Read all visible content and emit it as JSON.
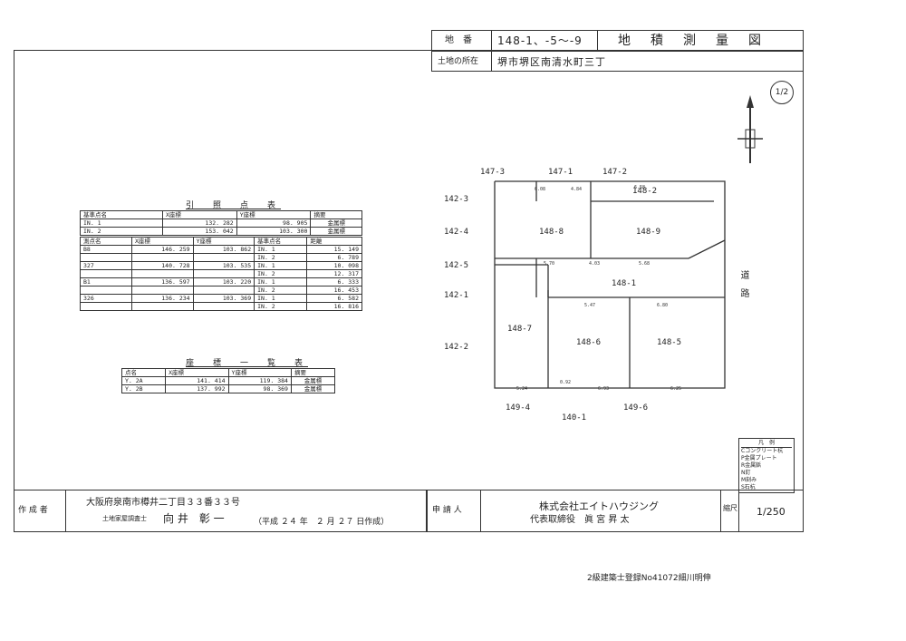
{
  "header": {
    "chiban_label": "地　番",
    "chiban_value": "148-1、-5～-9",
    "title": "地　積　測　量　図",
    "location_label": "土地の所在",
    "location_value": "堺市堺区南清水町三丁"
  },
  "sheet_no": "1/2",
  "hikiten_table": {
    "caption": "引　照　点　表",
    "ref_headers": [
      "基準点名",
      "X座標",
      "Y座標",
      "摘要"
    ],
    "ref_rows": [
      [
        "IN. 1",
        "132. 282",
        "98. 905",
        "金属標"
      ],
      [
        "IN. 2",
        "153. 042",
        "103. 300",
        "金属標"
      ]
    ],
    "meas_headers": [
      "測点名",
      "X座標",
      "Y座標",
      "基準点名",
      "距離"
    ],
    "meas_rows": [
      [
        "B8",
        "146. 259",
        "103. 862",
        "IN. 1",
        "15. 149"
      ],
      [
        "",
        "",
        "",
        "IN. 2",
        "6. 789"
      ],
      [
        "327",
        "140. 728",
        "103. 535",
        "IN. 1",
        "10. 098"
      ],
      [
        "",
        "",
        "",
        "IN. 2",
        "12. 317"
      ],
      [
        "B1",
        "136. 597",
        "103. 220",
        "IN. 1",
        "6. 333"
      ],
      [
        "",
        "",
        "",
        "IN. 2",
        "16. 453"
      ],
      [
        "326",
        "136. 234",
        "103. 369",
        "IN. 1",
        "6. 582"
      ],
      [
        "",
        "",
        "",
        "IN. 2",
        "16. 816"
      ]
    ]
  },
  "zahyo_table": {
    "caption": "座　標　一　覧　表",
    "headers": [
      "点名",
      "X座標",
      "Y座標",
      "摘要"
    ],
    "rows": [
      [
        "Y. 2A",
        "141. 414",
        "119. 384",
        "金属標"
      ],
      [
        "Y. 2B",
        "137. 992",
        "98. 369",
        "金属標"
      ]
    ]
  },
  "parcels": [
    "148-8",
    "148-9",
    "148-1",
    "148-7",
    "148-6",
    "148-5",
    "148-2"
  ],
  "neighbors": [
    "147-3",
    "147-1",
    "147-2",
    "142-3",
    "142-4",
    "142-5",
    "142-1",
    "142-2",
    "149-4",
    "149-6",
    "140-1"
  ],
  "road_label": "道　路",
  "legend": {
    "title": "凡　例",
    "items": [
      "Cコンクリート杭",
      "P金属プレート",
      "R金属鋲",
      "N釘",
      "M刻み",
      "S石杭"
    ]
  },
  "footer": {
    "author_label": "作 成 者",
    "author_address": "大阪府泉南市樽井二丁目３３番３３号",
    "author_role": "土地家屋調査士",
    "author_name": "向 井　彰 一",
    "date": "（平成 ２４ 年　２ 月 ２７ 日作成）",
    "applicant_label": "申 請 人",
    "applicant_company": "株式会社エイトハウジング",
    "applicant_rep": "代表取締役　眞 宮 昇 太",
    "scale_label": "縮尺",
    "scale_value": "1/250"
  },
  "stamp": "2級建築士登録No41072細川明伸"
}
